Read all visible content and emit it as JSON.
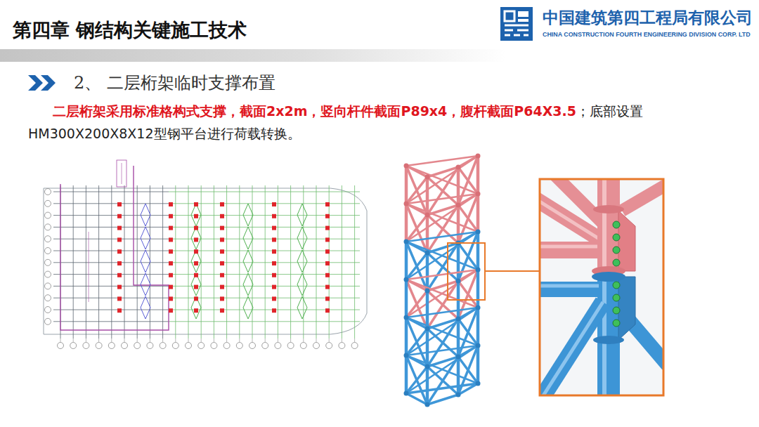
{
  "diagram": {
    "title": "第四章 钢结构关键施工技术",
    "labels": [
      "中国建筑第四工程局有限公司",
      "CHINA CONSTRUCTION FOURTH ENGINEERING DIVISION CORP. LTD",
      "2、 二层桁架临时支撑布置",
      "二层桁架采用标准格构式支撑，截面2x2m，竖向杆件截面P89x4，腹杆截面P64X3.5",
      "；底部设置HM300X200X8X12型钢平台进行荷载转换。"
    ]
  }
}
